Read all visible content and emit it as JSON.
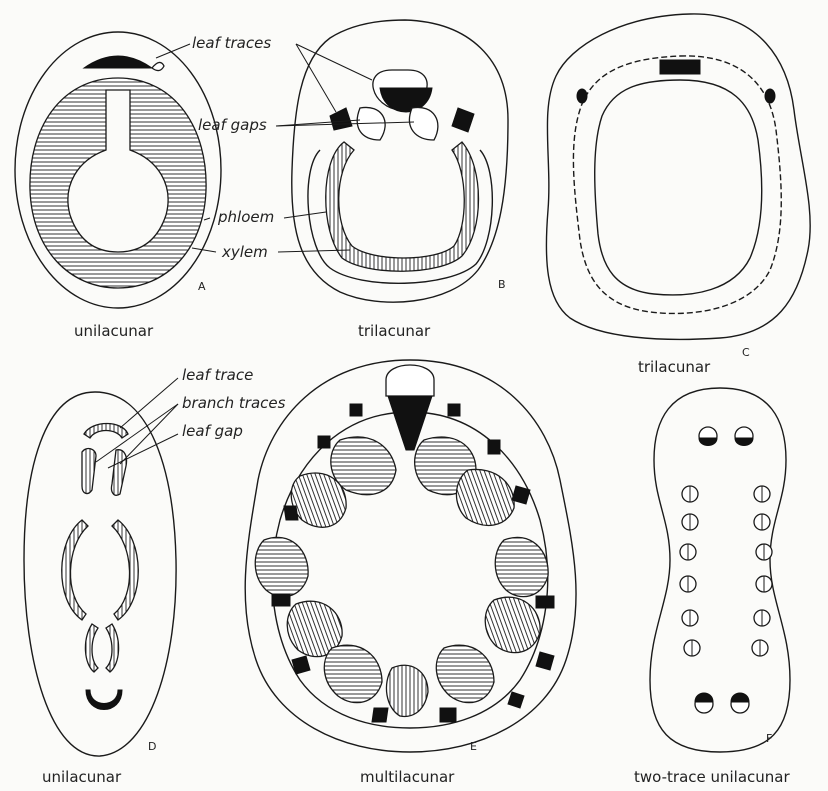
{
  "labels": {
    "leaf_traces": "leaf traces",
    "leaf_gaps": "leaf gaps",
    "phloem": "phloem",
    "xylem": "xylem",
    "leaf_trace": "leaf trace",
    "branch_traces": "branch traces",
    "leaf_gap": "leaf gap"
  },
  "panels": {
    "A": {
      "letter": "A",
      "caption": "unilacunar"
    },
    "B": {
      "letter": "B",
      "caption": "trilacunar"
    },
    "C": {
      "letter": "C",
      "caption": "trilacunar"
    },
    "D": {
      "letter": "D",
      "caption": "unilacunar"
    },
    "E": {
      "letter": "E",
      "caption": "multilacunar"
    },
    "F": {
      "letter": "F",
      "caption": "two-trace unilacunar"
    }
  }
}
